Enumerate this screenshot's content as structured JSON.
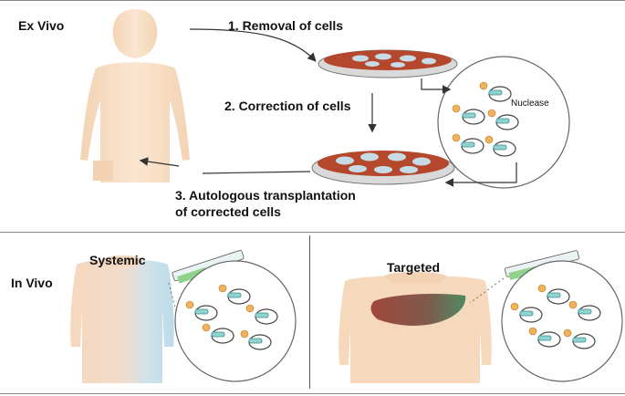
{
  "ex_vivo": {
    "title": "Ex Vivo",
    "step1": "1. Removal of cells",
    "step2": "2. Correction of cells",
    "step3_line1": "3. Autologous transplantation",
    "step3_line2": "of corrected cells",
    "nuclease_label": "Nuclease"
  },
  "in_vivo": {
    "title": "In Vivo",
    "systemic_label": "Systemic",
    "targeted_label": "Targeted"
  },
  "colors": {
    "skin": "#f6d9bd",
    "dish_medium": "#b5482c",
    "blood_blue": "#bcdbe8",
    "liver": "#8a5a4a",
    "syringe_green": "#8fd28a",
    "dna_teal": "#8fd2d0",
    "enzyme_orange": "#f2b25a"
  }
}
